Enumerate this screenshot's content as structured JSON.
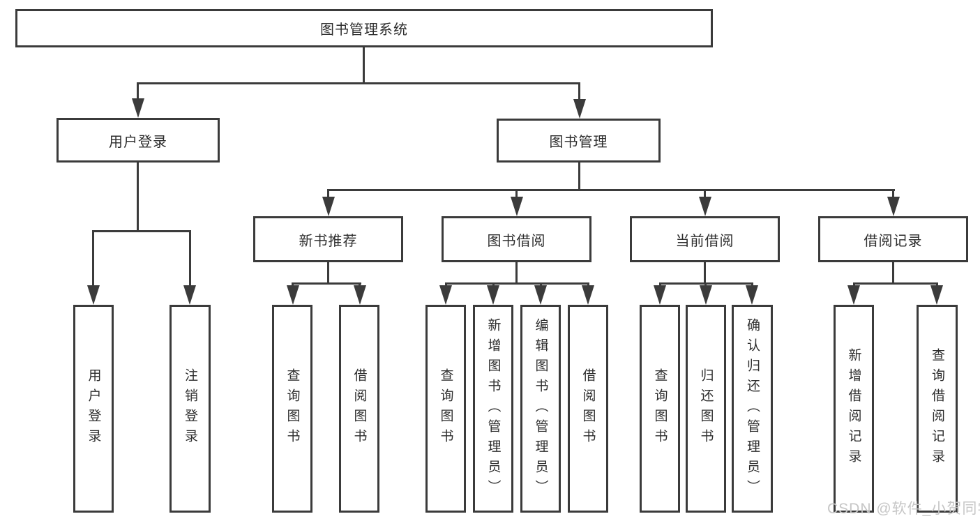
{
  "page": {
    "background": "#ffffff"
  },
  "colors": {
    "line": "#3b3b3b",
    "box_border": "#3b3b3b",
    "text": "#2d2d2d",
    "watermark": "#c6c6c6"
  },
  "watermark": {
    "text": "CSDN @软件_小贺同学"
  },
  "tree": {
    "label": "图书管理系统",
    "children": [
      {
        "label": "用户登录",
        "children": [
          {
            "label": "用户登录"
          },
          {
            "label": "注销登录"
          }
        ]
      },
      {
        "label": "图书管理",
        "children": [
          {
            "label": "新书推荐",
            "children": [
              {
                "label": "查询图书"
              },
              {
                "label": "借阅图书"
              }
            ]
          },
          {
            "label": "图书借阅",
            "children": [
              {
                "label": "查询图书"
              },
              {
                "label": "新增图书（管理员）"
              },
              {
                "label": "编辑图书（管理员）"
              },
              {
                "label": "借阅图书"
              }
            ]
          },
          {
            "label": "当前借阅",
            "children": [
              {
                "label": "查询图书"
              },
              {
                "label": "归还图书"
              },
              {
                "label": "确认归还（管理员）"
              }
            ]
          },
          {
            "label": "借阅记录",
            "children": [
              {
                "label": "新增借阅记录"
              },
              {
                "label": "查询借阅记录"
              }
            ]
          }
        ]
      }
    ]
  }
}
